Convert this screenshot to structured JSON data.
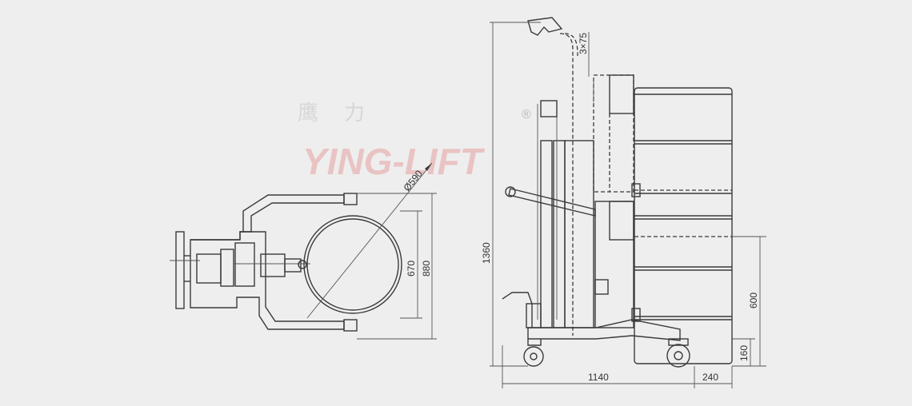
{
  "watermark": {
    "brand": "YING-LIFT",
    "registered": "®",
    "chinese_1": "鹰",
    "chinese_2": "力"
  },
  "dimensions": {
    "diameter": "Ø590",
    "inner_width": "670",
    "outer_width": "880",
    "height": "1360",
    "hole_pitch": "3×75",
    "lift_height": "600",
    "min_height": "160",
    "length": "1140",
    "overhang": "240"
  }
}
